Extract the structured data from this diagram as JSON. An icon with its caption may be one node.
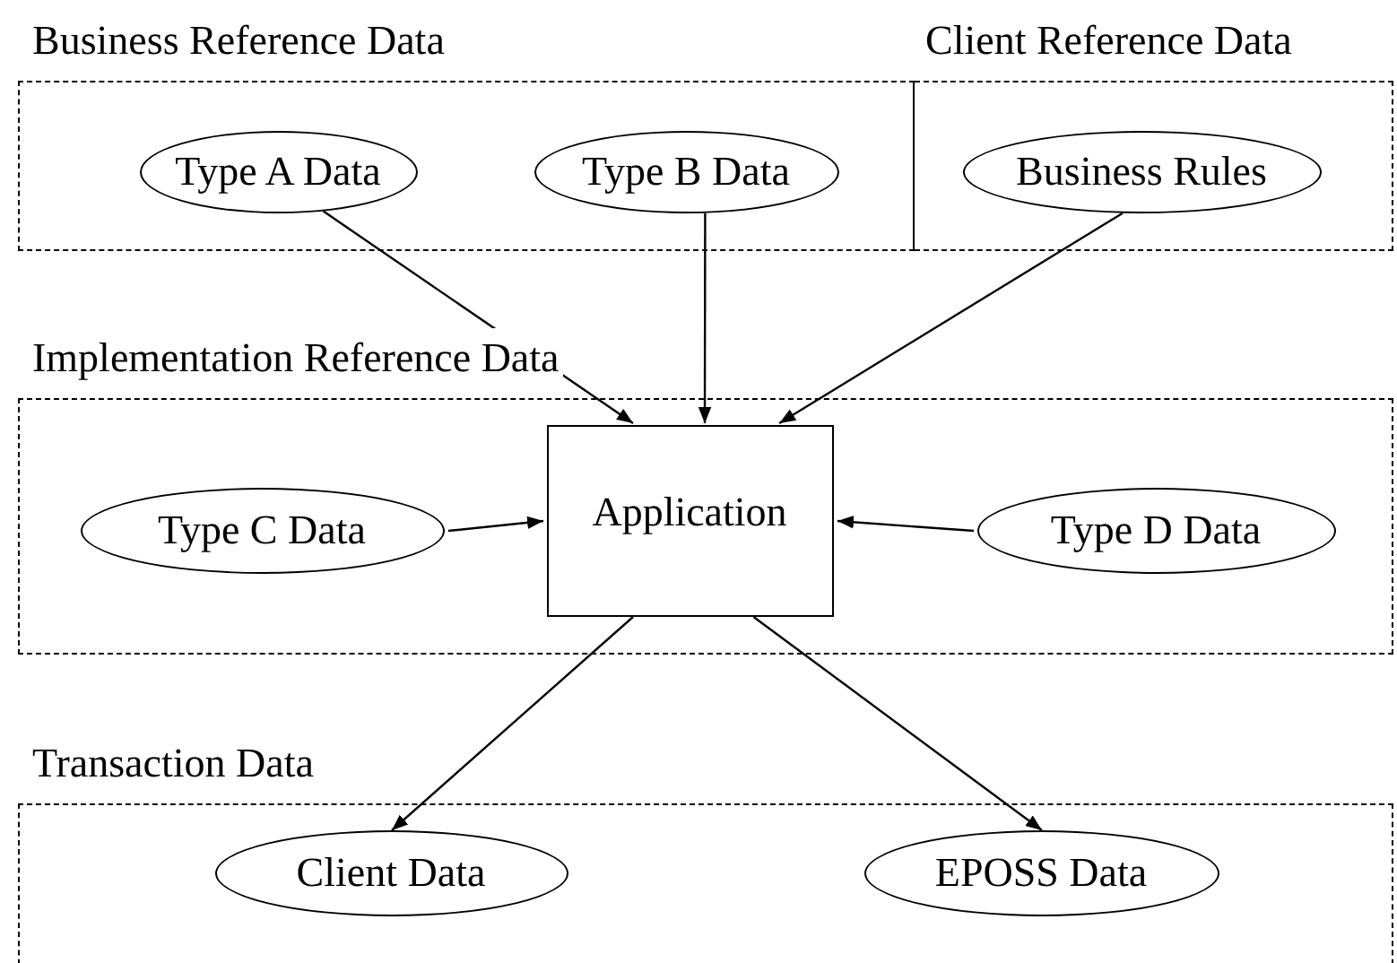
{
  "diagram": {
    "nodes": [
      {
        "text": [
          "Business Reference Data"
        ]
      },
      {
        "text": [
          "Type A Data"
        ],
        "in": 0
      },
      {
        "text": [
          "Type B Data"
        ],
        "in": 0
      },
      {
        "text": [
          "Client Reference Data"
        ]
      },
      {
        "text": [
          "Business Rules"
        ],
        "in": 3
      },
      {
        "text": [
          "Implementation Reference Data"
        ]
      },
      {
        "text": [
          "Type C Data"
        ],
        "in": 5
      },
      {
        "text": [
          "Application"
        ],
        "in": 5
      },
      {
        "text": [
          "Type D Data"
        ],
        "in": 5
      },
      {
        "text": [
          "Transaction Data"
        ]
      },
      {
        "text": [
          "Client Data"
        ],
        "in": 9
      },
      {
        "text": [
          "EPOSS Data"
        ],
        "in": 9
      }
    ],
    "edges": [
      {
        "from": 1,
        "to": 7,
        "arrow": "to"
      },
      {
        "from": 2,
        "to": 7,
        "arrow": "to"
      },
      {
        "from": 4,
        "to": 7,
        "arrow": "to"
      },
      {
        "from": 6,
        "to": 7,
        "arrow": "to"
      },
      {
        "from": 8,
        "to": 7,
        "arrow": "to"
      },
      {
        "from": 7,
        "to": 10,
        "arrow": "to"
      },
      {
        "from": 7,
        "to": 11,
        "arrow": "to"
      }
    ]
  }
}
